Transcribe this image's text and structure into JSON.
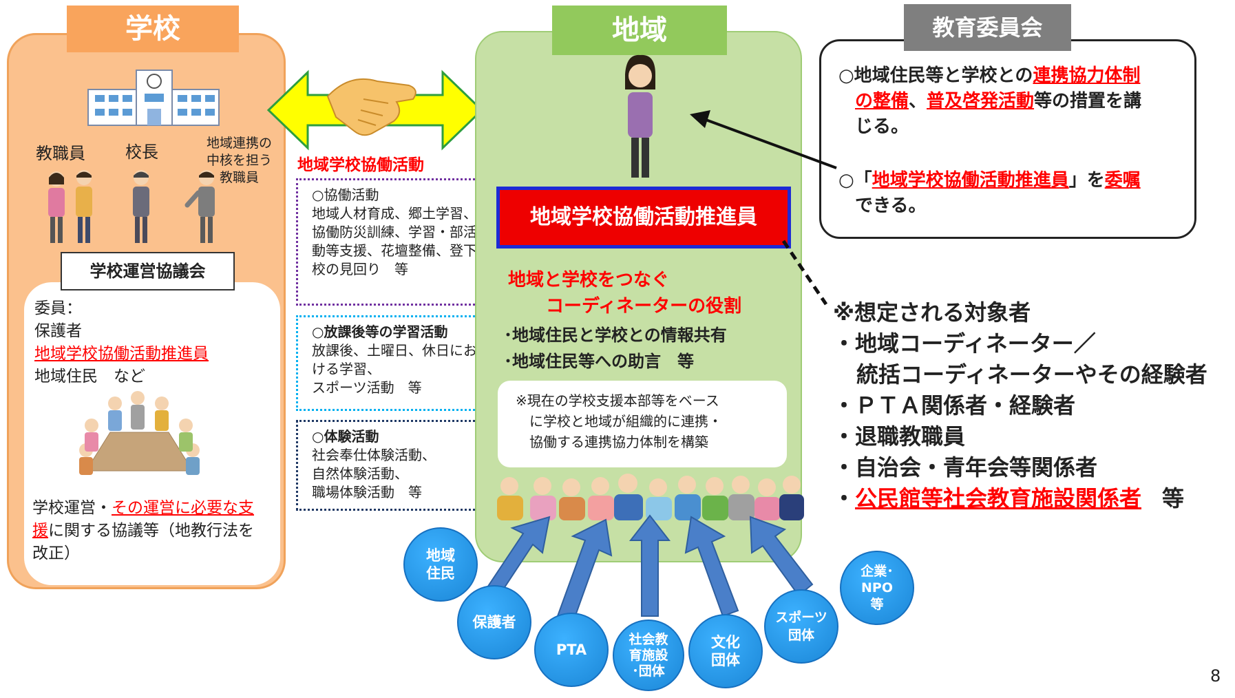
{
  "school": {
    "tab": "学校",
    "staff": "教職員",
    "principal": "校長",
    "coordinator_teacher": [
      "地域連携の",
      "中核を担う",
      "教職員"
    ],
    "council": "学校運営協議会",
    "members_label": "委員：",
    "member_1": "保護者",
    "member_2": "地域学校協働活動推進員",
    "member_3": "地域住民　など",
    "bottom_1": "学校運営・",
    "bottom_2": "その運営に必要な支",
    "bottom_3": "援",
    "bottom_4": "に関する協議等（地教行法を",
    "bottom_5": "改正）"
  },
  "collab_label": "地域学校協働活動",
  "activities": [
    {
      "title": "○協働活動",
      "lines": [
        "地域人材育成、郷土学習、",
        "協働防災訓練、学習・部活",
        "動等支援、花壇整備、登下",
        "校の見回り　等"
      ]
    },
    {
      "title": "○放課後等の学習活動",
      "lines": [
        "放課後、土曜日、休日にお",
        "ける学習、",
        "スポーツ活動　等"
      ]
    },
    {
      "title": "○体験活動",
      "lines": [
        "社会奉仕体験活動、",
        "自然体験活動、",
        "職場体験活動　等"
      ]
    }
  ],
  "region": {
    "tab": "地域",
    "promoter": "地域学校協働活動推進員",
    "role_1": "地域と学校をつなぐ",
    "role_2": "コーディネーターの役割",
    "duty_1": "･地域住民と学校との情報共有",
    "duty_2": "･地域住民等への助言　等",
    "note": [
      "※現在の学校支援本部等をベース",
      "に学校と地域が組織的に連携・",
      "協働する連携協力体制を構築"
    ]
  },
  "board": {
    "tab": "教育委員会",
    "p1_a": "○地域住民等と学校との",
    "p1_b": "連携協力体制",
    "p1_c": "の整備",
    "p1_d": "、",
    "p1_e": "普及啓発活動",
    "p1_f": "等の措置を講",
    "p1_g": "じる。",
    "p2_a": "○「",
    "p2_b": "地域学校協働活動推進員",
    "p2_c": "」を",
    "p2_d": "委嘱",
    "p2_e": "できる。"
  },
  "targets": {
    "title": "※想定される対象者",
    "items": [
      "・地域コーディネーター／",
      "統括コーディネーターやその経験者",
      "・ＰＴＡ関係者・経験者",
      "・退職教職員",
      "・自治会・青年会等関係者"
    ],
    "last_dot": "・",
    "last_red": "公民館等社会教育施設関係者",
    "last_suffix": "等"
  },
  "bubbles": [
    {
      "label": [
        "地域",
        "住民"
      ]
    },
    {
      "label": [
        "保護者"
      ]
    },
    {
      "label": [
        "PTA"
      ]
    },
    {
      "label": [
        "社会教",
        "育施設",
        "･団体"
      ]
    },
    {
      "label": [
        "文化",
        "団体"
      ]
    },
    {
      "label": [
        "スポーツ",
        "団体"
      ]
    },
    {
      "label": [
        "企業･",
        "NPO",
        "等"
      ]
    }
  ],
  "page_number": "8",
  "colors": {
    "school": "#fbc18d",
    "region": "#c6e0a5",
    "red": "#ff0000",
    "blue": "#1b86d6"
  }
}
